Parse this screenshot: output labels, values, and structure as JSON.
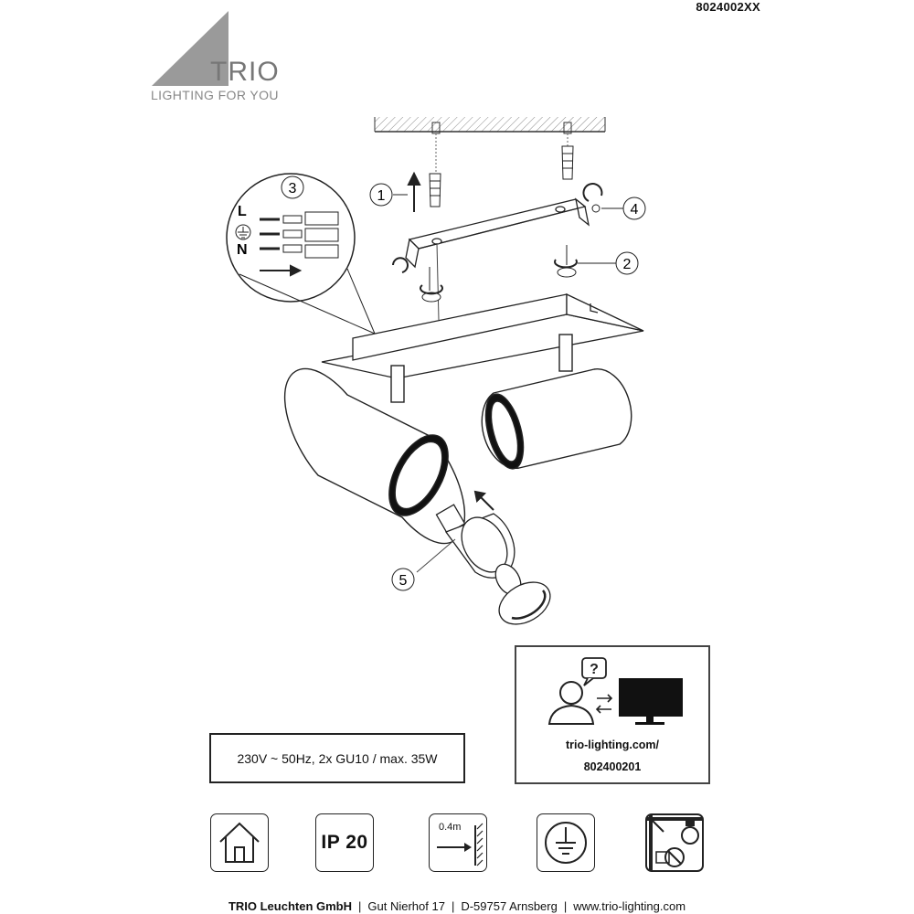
{
  "model_number": "8024002XX",
  "brand": {
    "name": "TRIO",
    "tagline": "LIGHTING FOR YOU"
  },
  "wiring_labels": {
    "live": "L",
    "neutral": "N"
  },
  "steps": [
    "1",
    "2",
    "3",
    "4",
    "5"
  ],
  "spec": "230V ~ 50Hz, 2x GU10 / max. 35W",
  "support": {
    "line1": "trio-lighting.com/",
    "line2": "802400201"
  },
  "symbols": {
    "ip_rating": "IP 20",
    "min_distance": "0.4m"
  },
  "footer": {
    "company": "TRIO Leuchten GmbH",
    "street": "Gut Nierhof 17",
    "city": "D-59757 Arnsberg",
    "website": "www.trio-lighting.com"
  }
}
